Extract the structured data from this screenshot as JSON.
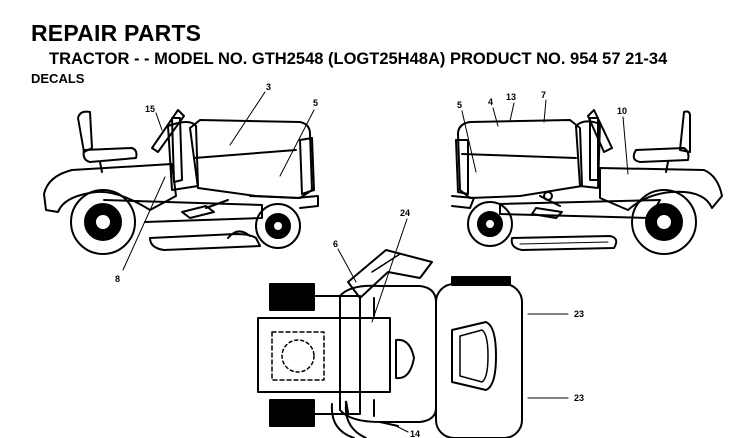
{
  "header": {
    "title": "REPAIR PARTS",
    "subtitle": "TRACTOR - - MODEL NO. GTH2548 (LOGT25H48A) PRODUCT NO. 954 57 21-34",
    "section": "DECALS"
  },
  "callouts": {
    "c3": "3",
    "c5_left": "5",
    "c15": "15",
    "c8": "8",
    "c5_right": "5",
    "c4": "4",
    "c13": "13",
    "c7": "7",
    "c10": "10",
    "c24": "24",
    "c6": "6",
    "c23_top": "23",
    "c23_bottom": "23",
    "c14": "14"
  }
}
